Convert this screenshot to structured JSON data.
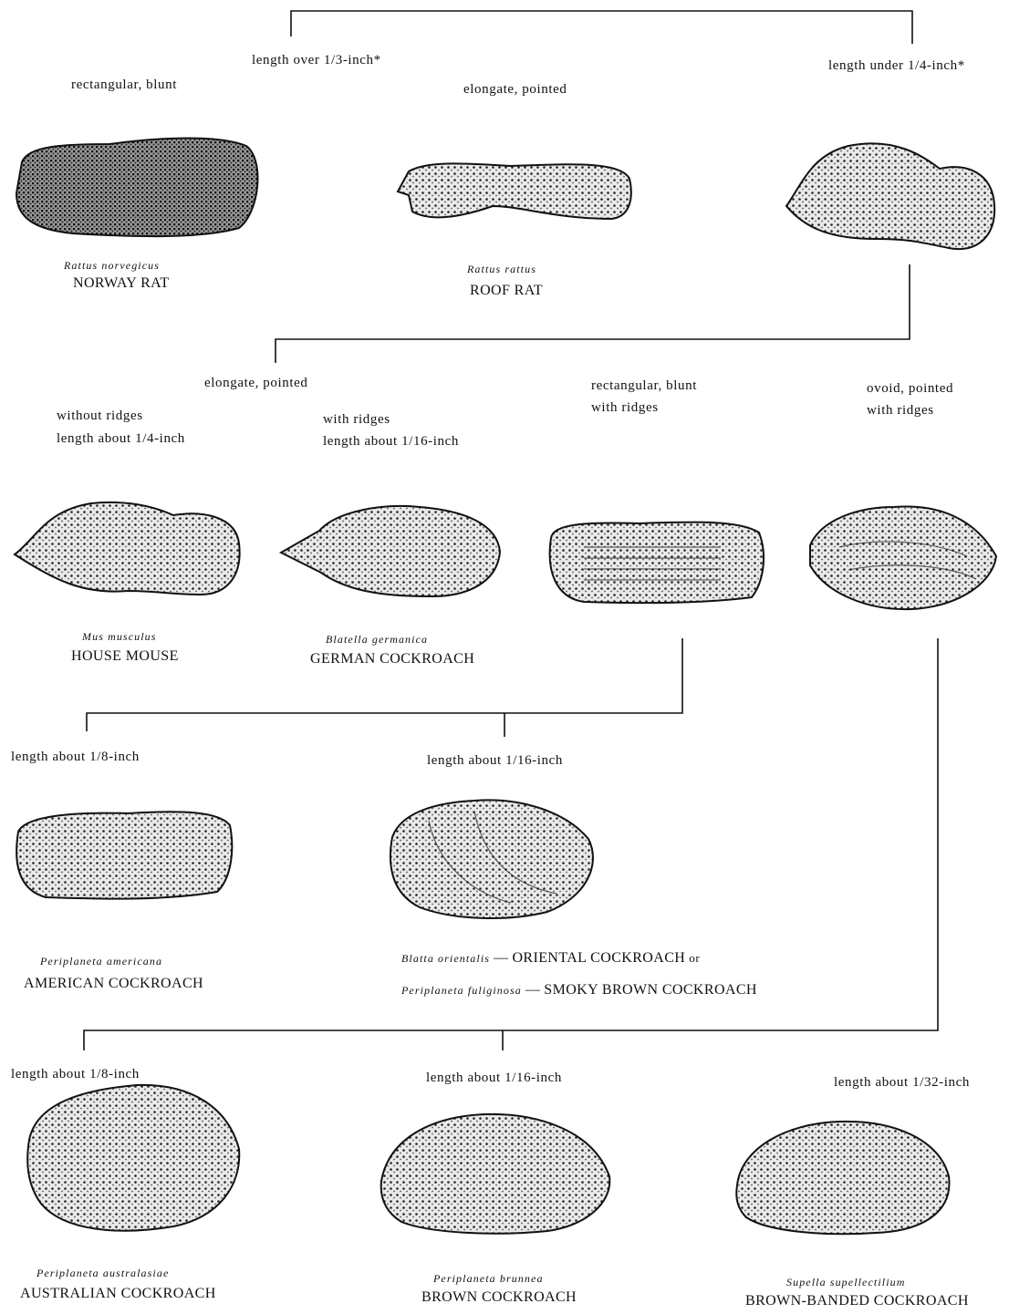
{
  "branches": {
    "over": "length over 1/3-inch*",
    "under": "length under 1/4-inch*"
  },
  "rats": {
    "rect_blunt": "rectangular, blunt",
    "elongate": "elongate, pointed",
    "norway": {
      "sci": "Rattus norvegicus",
      "common": "NORWAY RAT"
    },
    "roof": {
      "sci": "Rattus rattus",
      "common": "ROOF RAT"
    }
  },
  "small": {
    "elongate": "elongate, pointed",
    "without_ridges": "without ridges",
    "len_quarter": "length about 1/4-inch",
    "with_ridges": "with ridges",
    "len_sixteenth": "length about 1/16-inch",
    "rect_blunt": "rectangular, blunt",
    "rect_with_ridges": "with ridges",
    "ovoid": "ovoid, pointed",
    "ovoid_with_ridges": "with ridges",
    "mouse": {
      "sci": "Mus musculus",
      "common": "HOUSE MOUSE"
    },
    "german": {
      "sci": "Blatella germanica",
      "common": "GERMAN COCKROACH"
    }
  },
  "rect_group": {
    "len_eighth": "length about 1/8-inch",
    "len_sixteenth": "length about 1/16-inch",
    "american": {
      "sci": "Periplaneta americana",
      "common": "AMERICAN COCKROACH"
    },
    "oriental": {
      "sci": "Blatta orientalis",
      "dash": "—",
      "common": "ORIENTAL COCKROACH",
      "or": "or"
    },
    "smoky": {
      "sci": "Periplaneta fuliginosa",
      "dash": "—",
      "common": "SMOKY BROWN COCKROACH"
    }
  },
  "ovoid_group": {
    "len_eighth": "length about 1/8-inch",
    "len_sixteenth": "length about 1/16-inch",
    "len_thirtysecond": "length about 1/32-inch",
    "australian": {
      "sci": "Periplaneta australasiae",
      "common": "AUSTRALIAN COCKROACH"
    },
    "brown": {
      "sci": "Periplaneta brunnea",
      "common": "BROWN COCKROACH"
    },
    "brownbanded": {
      "sci": "Supella supellectilium",
      "common": "BROWN-BANDED COCKROACH"
    }
  }
}
